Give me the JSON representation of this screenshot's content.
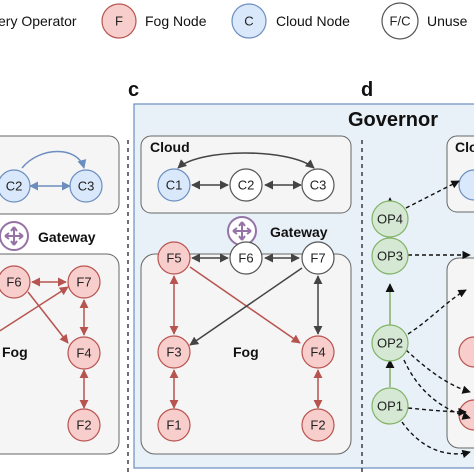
{
  "legend": {
    "query_operator": {
      "label": "ery Operator"
    },
    "fog": {
      "symbol": "F",
      "label": "Fog Node"
    },
    "cloud": {
      "symbol": "C",
      "label": "Cloud Node"
    },
    "unused": {
      "symbol": "F/C",
      "label": "Unuse"
    }
  },
  "panels": {
    "c": {
      "label": "c",
      "title": "Governor"
    },
    "d": {
      "label": "d"
    }
  },
  "labels": {
    "cloud": "Cloud",
    "cloud_partial": "Clo",
    "gateway": "Gateway",
    "fog": "Fog"
  },
  "nodes": {
    "b_c2": "C2",
    "b_c3": "C3",
    "b_f6": "F6",
    "b_f7": "F7",
    "b_f4": "F4",
    "b_f2": "F2",
    "c_c1": "C1",
    "c_c2": "C2",
    "c_c3": "C3",
    "c_f5": "F5",
    "c_f6": "F6",
    "c_f7": "F7",
    "c_f3": "F3",
    "c_f4": "F4",
    "c_f1": "F1",
    "c_f2": "F2",
    "d_op4": "OP4",
    "d_op3": "OP3",
    "d_op2": "OP2",
    "d_op1": "OP1"
  },
  "colors": {
    "fog_fill": "#f8cecc",
    "fog_stroke": "#b85450",
    "cloud_fill": "#dae8fc",
    "cloud_stroke": "#6c8ebf",
    "unused_fill": "#ffffff",
    "unused_stroke": "#555555",
    "op_fill": "#d5e8d4",
    "op_stroke": "#82b366",
    "governor_fill": "#e8f1f8",
    "governor_stroke": "#6c8ebf",
    "group_fill": "#f5f5f5",
    "group_stroke": "#666666",
    "gateway": "#9673a6"
  },
  "icons": [
    "gateway-icon"
  ]
}
